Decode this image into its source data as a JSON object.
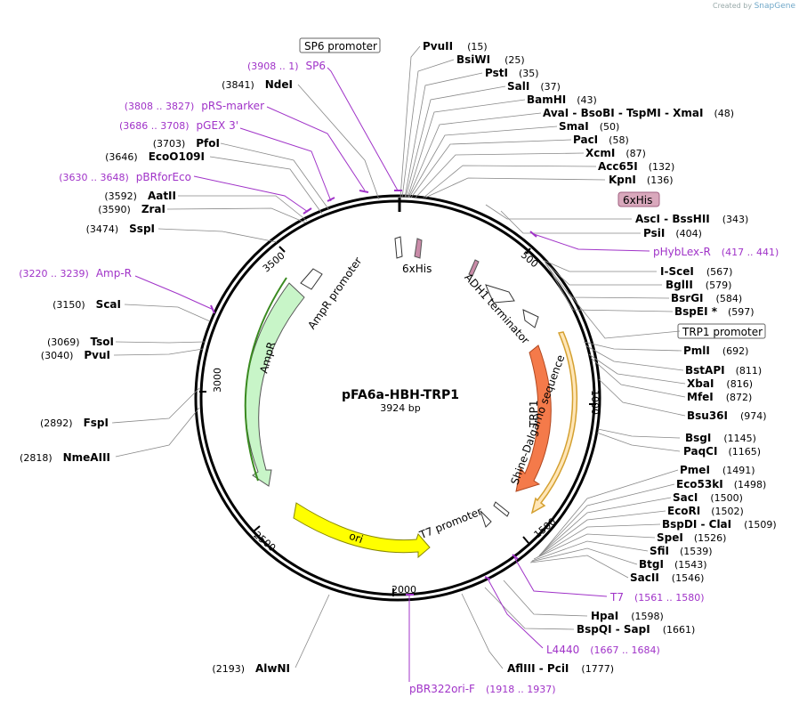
{
  "brand": {
    "created_by": "Created by",
    "app": "SnapGene"
  },
  "plasmid": {
    "name": "pFA6a-HBH-TRP1",
    "length": "3924 bp"
  },
  "ticks": [
    "500",
    "1000",
    "1500",
    "2000",
    "2500",
    "3000",
    "3500"
  ],
  "features": {
    "sixhis": "6xHis",
    "adh1": "ADH1 terminator",
    "trp1": "TRP1",
    "shine": "Shine-Dalgarno sequence",
    "t7": "T7 promoter",
    "ori": "ori",
    "ampr": "AmpR",
    "amprp": "AmpR promoter"
  },
  "boxed": {
    "sp6": "SP6 promoter",
    "his": "6xHis",
    "trp1p": "TRP1 promoter"
  },
  "right_sites": [
    {
      "enz": "PvuII",
      "pos": "(15)"
    },
    {
      "enz": "BsiWI",
      "pos": "(25)"
    },
    {
      "enz": "PstI",
      "pos": "(35)"
    },
    {
      "enz": "SalI",
      "pos": "(37)"
    },
    {
      "enz": "BamHI",
      "pos": "(43)"
    },
    {
      "enz": "AvaI  -  BsoBI  -  TspMI  -  XmaI",
      "pos": "(48)"
    },
    {
      "enz": "SmaI",
      "pos": "(50)"
    },
    {
      "enz": "PacI",
      "pos": "(58)"
    },
    {
      "enz": "XcmI",
      "pos": "(87)"
    },
    {
      "enz": "Acc65I",
      "pos": "(132)"
    },
    {
      "enz": "KpnI",
      "pos": "(136)"
    },
    {
      "enz": "AscI  -  BssHII",
      "pos": "(343)"
    },
    {
      "enz": "PsiI",
      "pos": "(404)"
    },
    {
      "enz": "I-SceI",
      "pos": "(567)"
    },
    {
      "enz": "BglII",
      "pos": "(579)"
    },
    {
      "enz": "BsrGI",
      "pos": "(584)"
    },
    {
      "enz": "BspEI *",
      "pos": "(597)"
    },
    {
      "enz": "PmlI",
      "pos": "(692)"
    },
    {
      "enz": "BstAPI",
      "pos": "(811)"
    },
    {
      "enz": "XbaI",
      "pos": "(816)"
    },
    {
      "enz": "MfeI",
      "pos": "(872)"
    },
    {
      "enz": "Bsu36I",
      "pos": "(974)"
    },
    {
      "enz": "BsgI",
      "pos": "(1145)"
    },
    {
      "enz": "PaqCI",
      "pos": "(1165)"
    },
    {
      "enz": "PmeI",
      "pos": "(1491)"
    },
    {
      "enz": "Eco53kI",
      "pos": "(1498)"
    },
    {
      "enz": "SacI",
      "pos": "(1500)"
    },
    {
      "enz": "EcoRI",
      "pos": "(1502)"
    },
    {
      "enz": "BspDI  -  ClaI",
      "pos": "(1509)"
    },
    {
      "enz": "SpeI",
      "pos": "(1526)"
    },
    {
      "enz": "SfiI",
      "pos": "(1539)"
    },
    {
      "enz": "BtgI",
      "pos": "(1543)"
    },
    {
      "enz": "SacII",
      "pos": "(1546)"
    },
    {
      "enz": "HpaI",
      "pos": "(1598)"
    },
    {
      "enz": "BspQI  -  SapI",
      "pos": "(1661)"
    },
    {
      "enz": "AflIII  -  PciI",
      "pos": "(1777)"
    }
  ],
  "left_sites": [
    {
      "enz": "NdeI",
      "pos": "(3841)"
    },
    {
      "enz": "PfoI",
      "pos": "(3703)"
    },
    {
      "enz": "EcoO109I",
      "pos": "(3646)"
    },
    {
      "enz": "AatII",
      "pos": "(3592)"
    },
    {
      "enz": "ZraI",
      "pos": "(3590)"
    },
    {
      "enz": "SspI",
      "pos": "(3474)"
    },
    {
      "enz": "ScaI",
      "pos": "(3150)"
    },
    {
      "enz": "TsoI",
      "pos": "(3069)"
    },
    {
      "enz": "PvuI",
      "pos": "(3040)"
    },
    {
      "enz": "FspI",
      "pos": "(2892)"
    },
    {
      "enz": "NmeAIII",
      "pos": "(2818)"
    },
    {
      "enz": "AlwNI",
      "pos": "(2193)"
    }
  ],
  "primers": [
    {
      "name": "SP6",
      "range": "(3908 .. 1)"
    },
    {
      "name": "pRS-marker",
      "range": "(3808 .. 3827)"
    },
    {
      "name": "pGEX 3'",
      "range": "(3686 .. 3708)"
    },
    {
      "name": "pBRforEco",
      "range": "(3630 .. 3648)"
    },
    {
      "name": "Amp-R",
      "range": "(3220 .. 3239)"
    },
    {
      "name": "pHybLex-R",
      "range": "(417 .. 441)"
    },
    {
      "name": "T7",
      "range": "(1561 .. 1580)"
    },
    {
      "name": "L4440",
      "range": "(1667 .. 1684)"
    },
    {
      "name": "pBR322ori-F",
      "range": "(1918 .. 1937)"
    }
  ],
  "colors": {
    "primer": "#a033c8",
    "trp1": "#f47a4a",
    "ampr": "#c8f5c8",
    "ori": "#ffff00",
    "his": "#c98ba8"
  }
}
